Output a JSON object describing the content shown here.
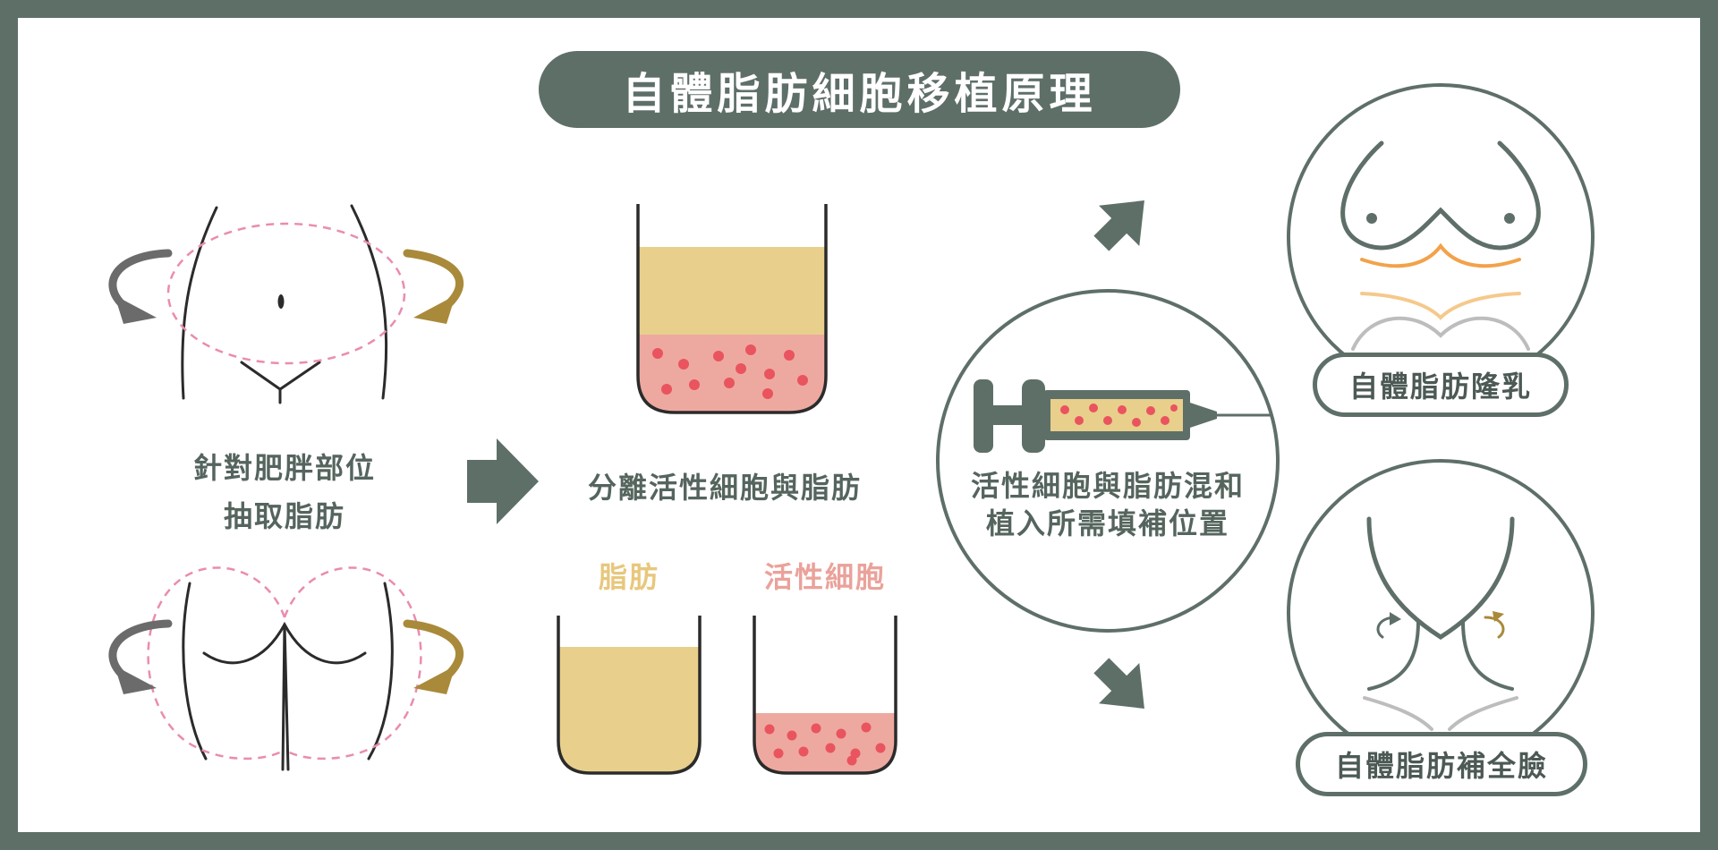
{
  "title": "自體脂肪細胞移植原理",
  "step1": {
    "line1": "針對肥胖部位",
    "line2": "抽取脂肪"
  },
  "step2": {
    "label": "分離活性細胞與脂肪",
    "fat_label": "脂肪",
    "cell_label": "活性細胞"
  },
  "step3": {
    "line1": "活性細胞與脂肪混和",
    "line2": "植入所需填補位置"
  },
  "results": {
    "breast": "自體脂肪隆乳",
    "face": "自體脂肪補全臉"
  },
  "colors": {
    "frame": "#5e6f68",
    "fat": "#e8cf8c",
    "cells": "#eda9a0",
    "cell_dot": "#e9545f",
    "dashed_outline": "#ea8cb0",
    "arrow_gray": "#6b6b6b",
    "arrow_gold": "#a98a3a"
  }
}
